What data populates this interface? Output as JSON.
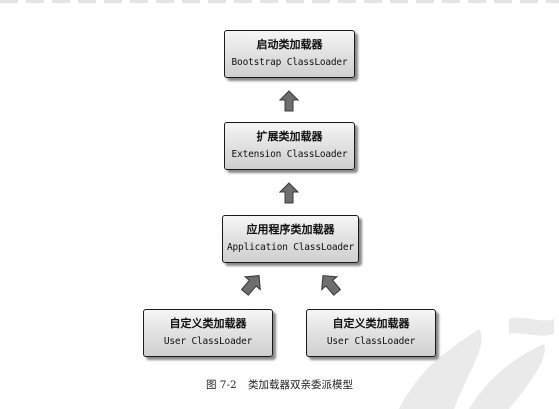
{
  "nodes": {
    "bootstrap": {
      "cn": "启动类加载器",
      "en": "Bootstrap ClassLoader"
    },
    "extension": {
      "cn": "扩展类加载器",
      "en": "Extension ClassLoader"
    },
    "application": {
      "cn": "应用程序类加载器",
      "en": "Application ClassLoader"
    },
    "user_left": {
      "cn": "自定义类加载器",
      "en": "User ClassLoader"
    },
    "user_right": {
      "cn": "自定义类加载器",
      "en": "User ClassLoader"
    }
  },
  "caption": {
    "number": "图 7-2",
    "title": "类加载器双亲委派模型"
  },
  "colors": {
    "box_top": "#f6f6f6",
    "box_bottom": "#cfcfcf",
    "arrow": "#6e6e6e",
    "border": "#1a1a1a"
  },
  "icons": [
    "arrow-up-icon",
    "arrow-up-right-icon",
    "arrow-up-left-icon"
  ]
}
